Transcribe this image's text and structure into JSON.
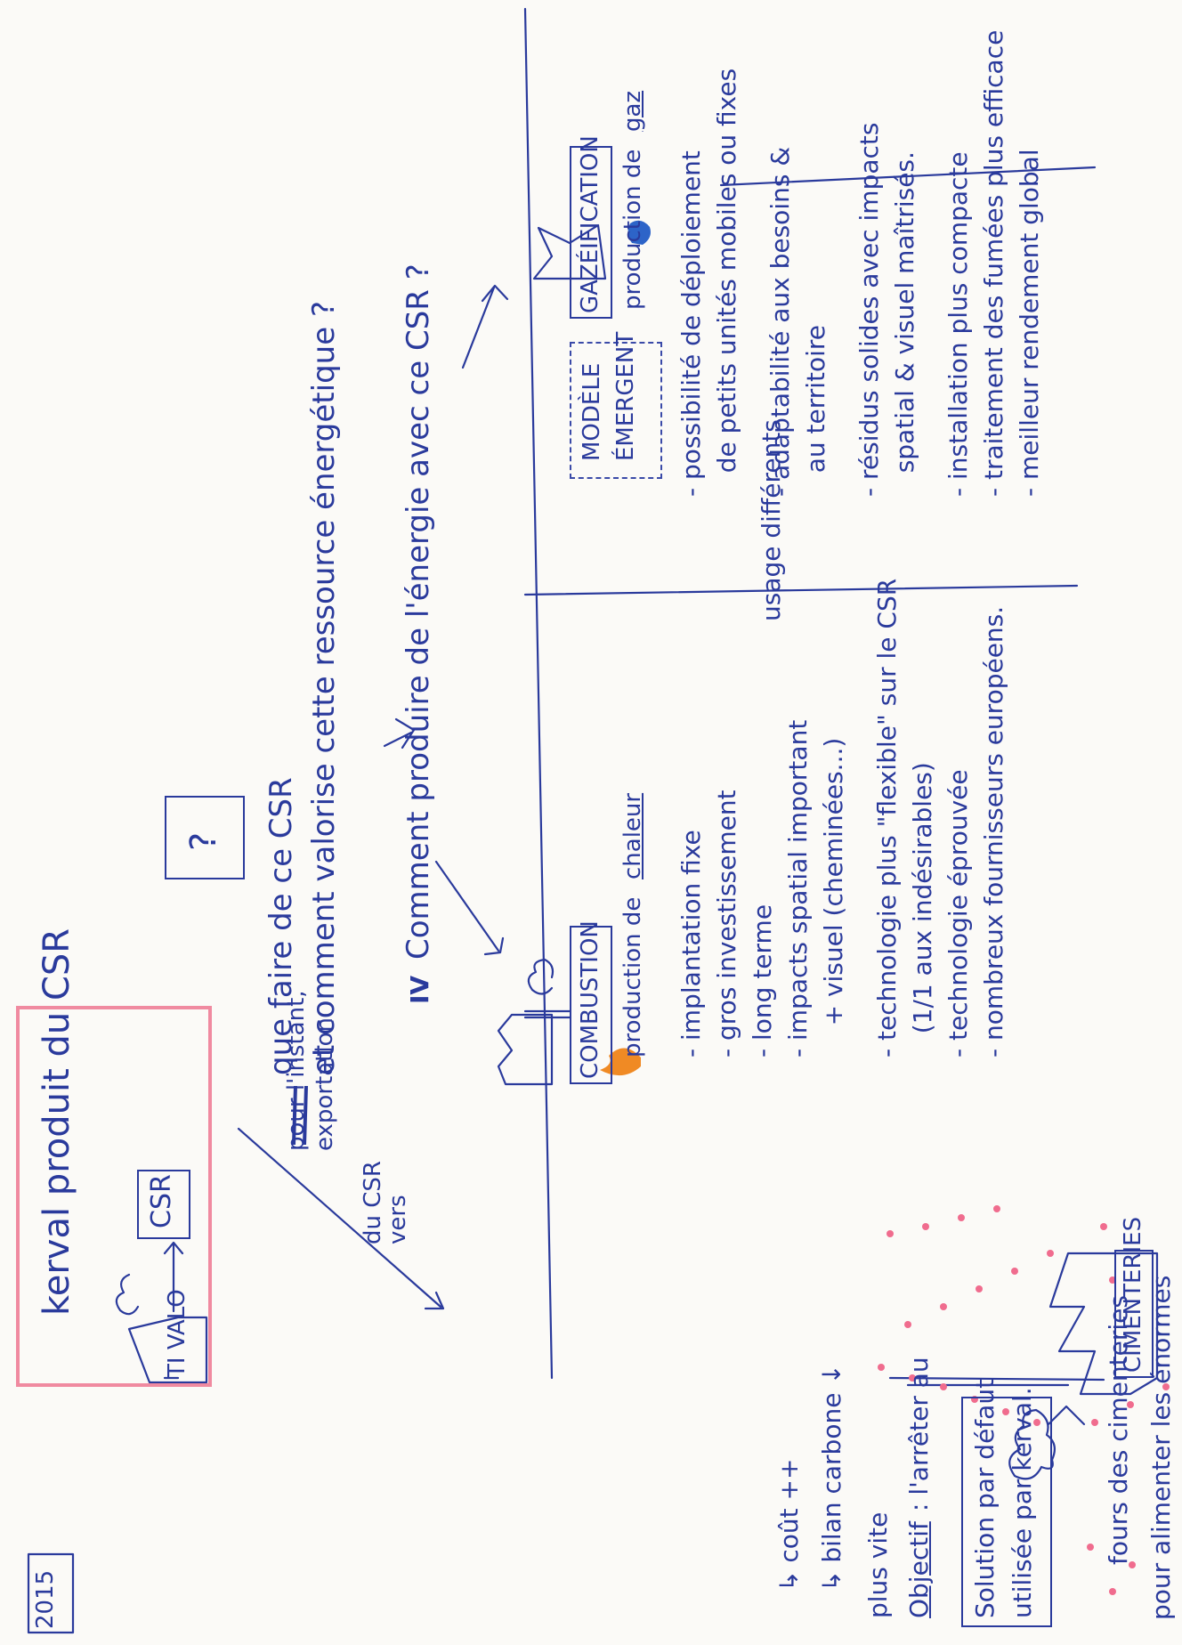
{
  "year": "2015",
  "kerval_block": {
    "title": "kerval produit du CSR",
    "valo_label": "TI VALO",
    "csr_label": "CSR"
  },
  "questions": {
    "q1_line1": "que faire de ce CSR",
    "q1_line2": "et comment valorise cette ressource énergétique ?",
    "q1_box": "?",
    "q2_roman": "IV",
    "q2": "Comment produire de l'énergie avec ce CSR ?"
  },
  "cimenteries": {
    "factory_label": "CIMENTERIES",
    "export_note_line1": "pour l'instant,",
    "export_note_line2": "exportation",
    "export_note_line3": "du CSR",
    "export_note_line4": "vers",
    "caption_line1": "pour alimenter les énormes",
    "caption_line2": "fours des cimenteries",
    "default_box_line1": "Solution par défaut",
    "default_box_line2": "utilisée par kerval.",
    "objective_label": "Objectif",
    "objective_text_line1": ": l'arrêter au",
    "objective_text_line2": "plus vite",
    "consequence_1": "↳ bilan carbone ↓",
    "consequence_2": "↳ coût ++"
  },
  "combustion": {
    "label": "COMBUSTION",
    "subtitle_prefix": "production de ",
    "subtitle_key": "chaleur",
    "items": [
      "- implantation fixe",
      "- gros investissement",
      "- long terme",
      "- impacts spatial important",
      "    + visuel (cheminées...)",
      "- technologie plus \"flexible\" sur le CSR",
      "   (1/1 aux indésirables)",
      "- technologie éprouvée",
      "- nombreux fournisseurs européens."
    ]
  },
  "usage_label": "usage différents",
  "emergent_label_line1": "MODÈLE",
  "emergent_label_line2": "ÉMERGENT",
  "gasification": {
    "label": "GAZÉIFICATION",
    "subtitle_prefix": "production de ",
    "subtitle_key": "gaz",
    "items": [
      "- possibilité de déploiement",
      "   de petits unités mobiles ou fixes",
      "- adaptabilité aux besoins &",
      "   au territoire",
      "- résidus solides avec impacts",
      "   spatial & visuel maîtrisés.",
      "- installation plus compacte",
      "- traitement des fumées plus efficace",
      "- meilleur rendement global"
    ]
  }
}
